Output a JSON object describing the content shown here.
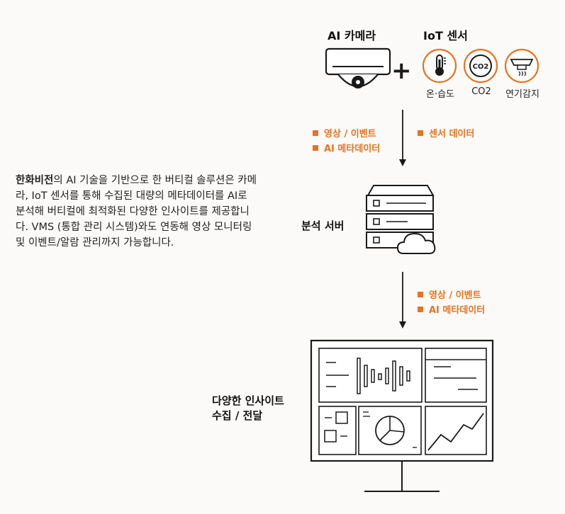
{
  "camera": {
    "title": "AI 카메라"
  },
  "plus": "+",
  "iot": {
    "title": "IoT 센서",
    "sensors": [
      {
        "icon": "thermometer-icon",
        "label": "온·습도"
      },
      {
        "icon": "co2-icon",
        "label": "CO2",
        "badge": "CO2"
      },
      {
        "icon": "smoke-detector-icon",
        "label": "연기감지"
      }
    ]
  },
  "flow1": {
    "left": [
      "영상 / 이벤트",
      "AI 메타데이터"
    ],
    "right": [
      "센서 데이터"
    ]
  },
  "server": {
    "title": "분석 서버"
  },
  "flow2": {
    "items": [
      "영상 / 이벤트",
      "AI 메타데이터"
    ]
  },
  "insight": {
    "line1": "다양한 인사이트",
    "line2": "수집 / 전달"
  },
  "description": {
    "brand": "한화비전",
    "rest": "의 AI 기술을 기반으로 한 버티컬 솔루션은 카메라, IoT 센서를 통해 수집된 대량의 메타데이터를 AI로 분석해 버티컬에 최적화된 다양한 인사이트를 제공합니다. VMS (통합 관리 시스템)와도 연동해 영상 모니터링 및 이벤트/알람 관리까지 가능합니다."
  },
  "colors": {
    "accent": "#e8731e",
    "ink": "#1a1a1a",
    "background": "#fcfaf8"
  }
}
